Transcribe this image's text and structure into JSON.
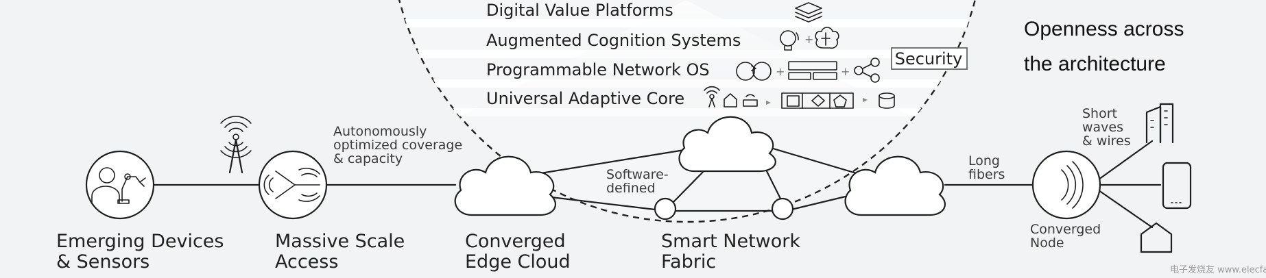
{
  "layers": [
    {
      "label": "Digital Value Platforms",
      "icon": "stacked-layers-icon"
    },
    {
      "label": "Augmented Cognition Systems",
      "icon": "lightbulb-brain-icon"
    },
    {
      "label": "Programmable Network OS",
      "icon": "loops-grid-graph-icon"
    },
    {
      "label": "Universal Adaptive Core",
      "icon": "antenna-home-router-core-icon"
    }
  ],
  "security": "Security",
  "openness": {
    "line1": "Openness across",
    "line2": "the architecture"
  },
  "nodes": {
    "devices": {
      "line1": "Emerging Devices",
      "line2": "& Sensors",
      "icon": "person-robot-arm-icon"
    },
    "access": {
      "line1": "Massive Scale",
      "line2": "Access",
      "icon": "beam-antenna-icon"
    },
    "edge": {
      "line1": "Converged",
      "line2": "Edge Cloud",
      "icon": "cloud-icon"
    },
    "fabric": {
      "line1": "Smart Network",
      "line2": "Fabric",
      "icon": "cloud-icon"
    },
    "node": {
      "line1": "Converged",
      "line2": "Node",
      "icon": "waves-icon"
    }
  },
  "annotations": {
    "autonomous": [
      "Autonomously",
      "optimized coverage",
      "& capacity"
    ],
    "software": [
      "Software-",
      "defined"
    ],
    "fibers": [
      "Long",
      "fibers"
    ],
    "short": [
      "Short",
      "waves",
      "& wires"
    ]
  },
  "endpoints": [
    "buildings-icon",
    "phone-icon",
    "house-icon"
  ],
  "watermark": "电子发烧友 www.elecfans.com"
}
